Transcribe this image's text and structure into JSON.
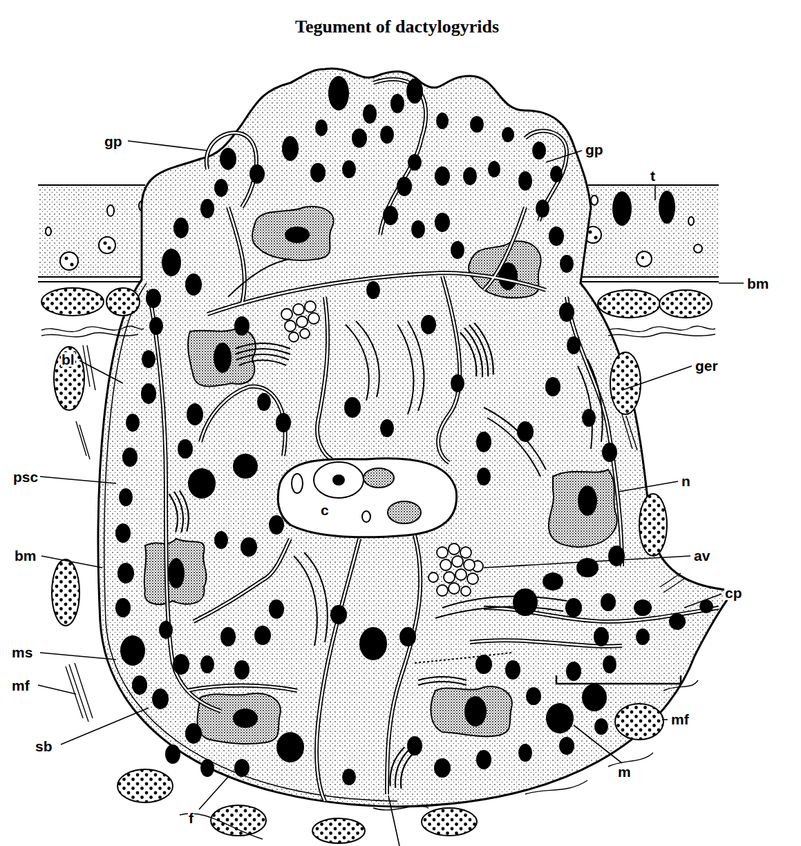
{
  "diagram": {
    "title": "Tegument of dactylogyrids",
    "labels": [
      "gp",
      "gp",
      "t",
      "bm",
      "bl",
      "ger",
      "psc",
      "n",
      "bm",
      "av",
      "cp",
      "ms",
      "mf",
      "sb",
      "mf",
      "m",
      "f",
      "c"
    ]
  }
}
